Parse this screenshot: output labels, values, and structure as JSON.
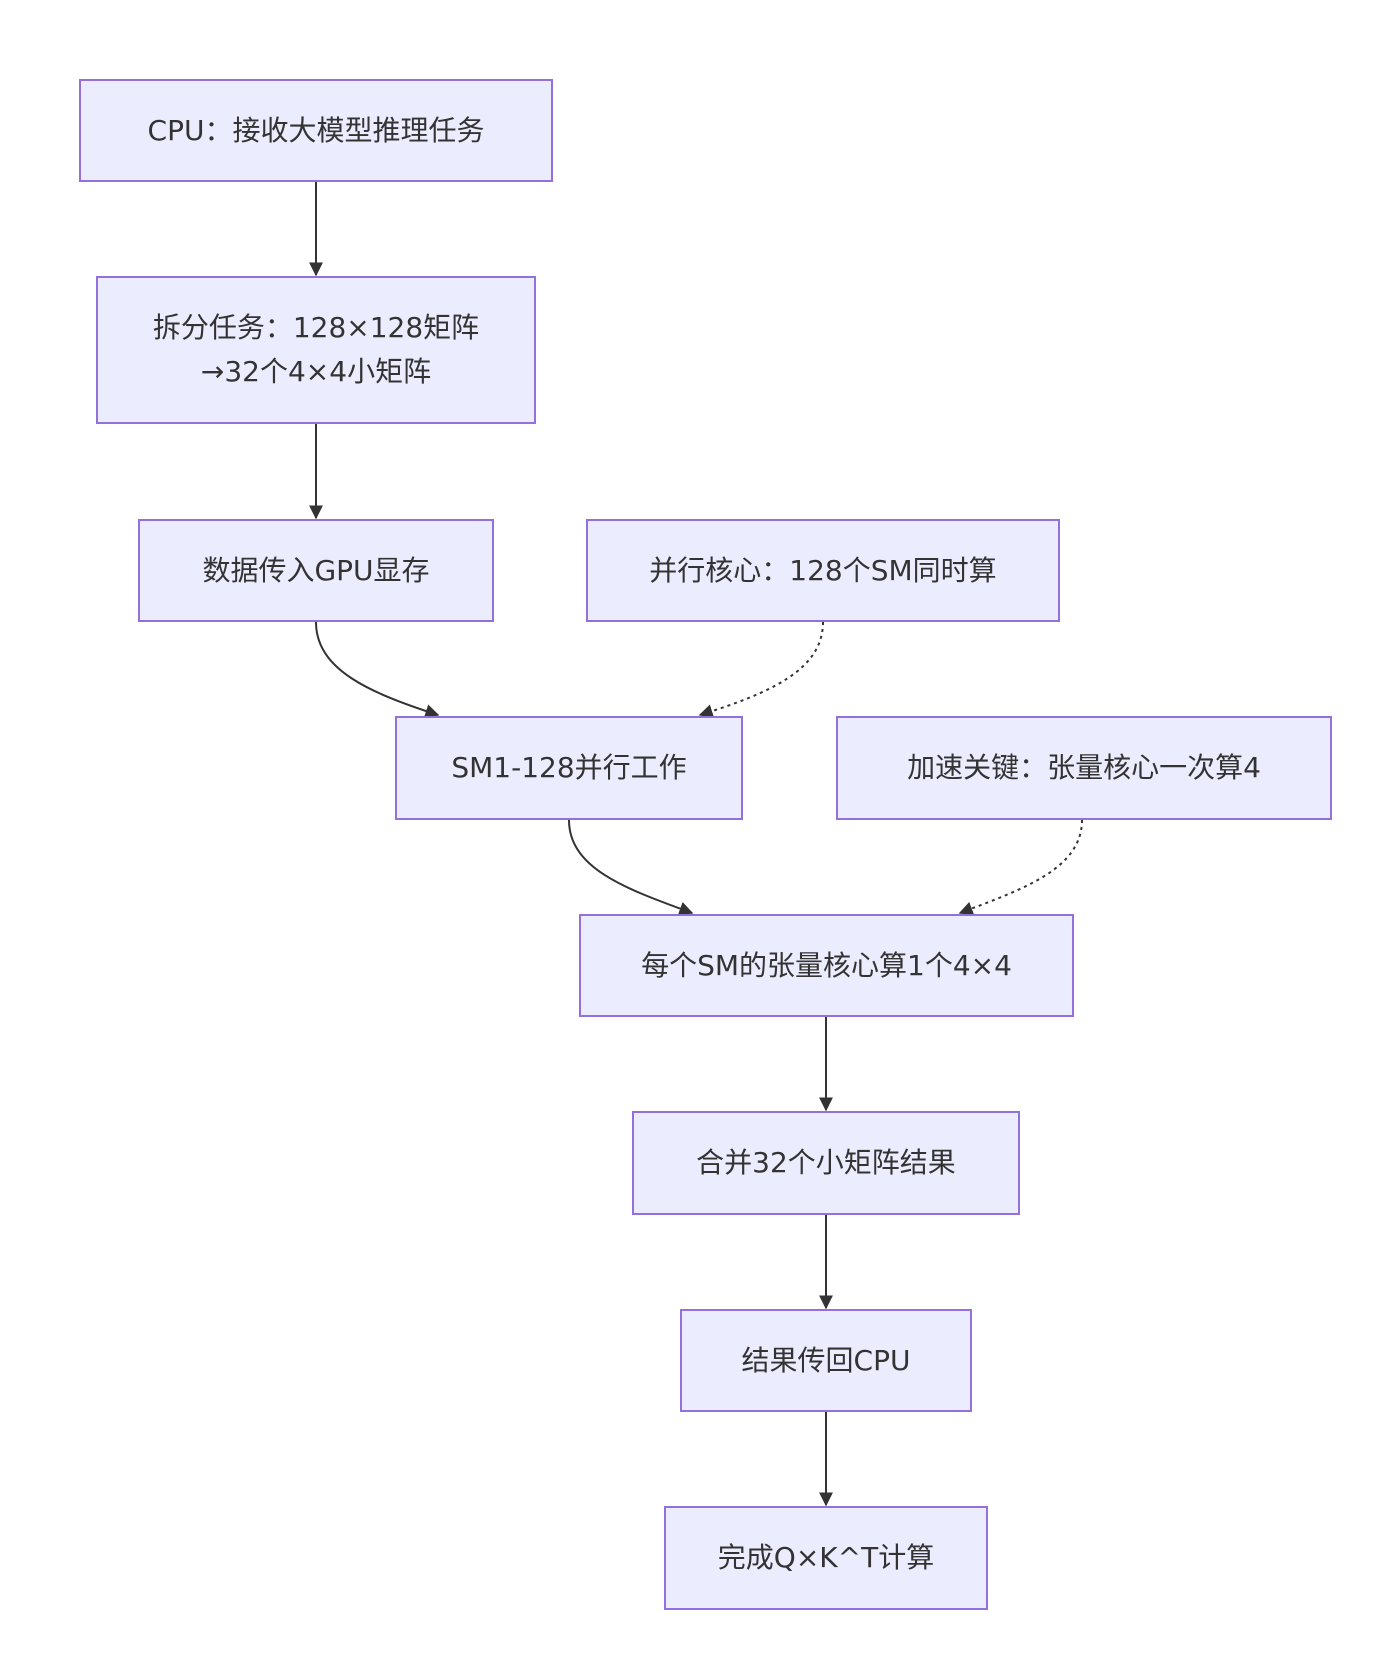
{
  "diagram": {
    "colors": {
      "node_fill": "#ececff",
      "node_border": "#9370db",
      "edge": "#333333",
      "text": "#333333"
    },
    "nodes": {
      "cpu_task": "CPU：接收大模型推理任务",
      "split_line1": "拆分任务：128×128矩阵",
      "split_line2": "→32个4×4小矩阵",
      "to_gpu": "数据传入GPU显存",
      "parallel_cores": "并行核心：128个SM同时算",
      "sm_parallel": "SM1-128并行工作",
      "accel_key": "加速关键：张量核心一次算4",
      "tensor_core": "每个SM的张量核心算1个4×4",
      "merge": "合并32个小矩阵结果",
      "return_cpu": "结果传回CPU",
      "done": "完成Q×K^T计算"
    },
    "edges": [
      {
        "from": "cpu_task",
        "to": "split",
        "style": "solid"
      },
      {
        "from": "split",
        "to": "to_gpu",
        "style": "solid"
      },
      {
        "from": "to_gpu",
        "to": "sm_parallel",
        "style": "solid"
      },
      {
        "from": "parallel_cores",
        "to": "sm_parallel",
        "style": "dotted"
      },
      {
        "from": "sm_parallel",
        "to": "tensor_core",
        "style": "solid"
      },
      {
        "from": "accel_key",
        "to": "tensor_core",
        "style": "dotted"
      },
      {
        "from": "tensor_core",
        "to": "merge",
        "style": "solid"
      },
      {
        "from": "merge",
        "to": "return_cpu",
        "style": "solid"
      },
      {
        "from": "return_cpu",
        "to": "done",
        "style": "solid"
      }
    ]
  }
}
